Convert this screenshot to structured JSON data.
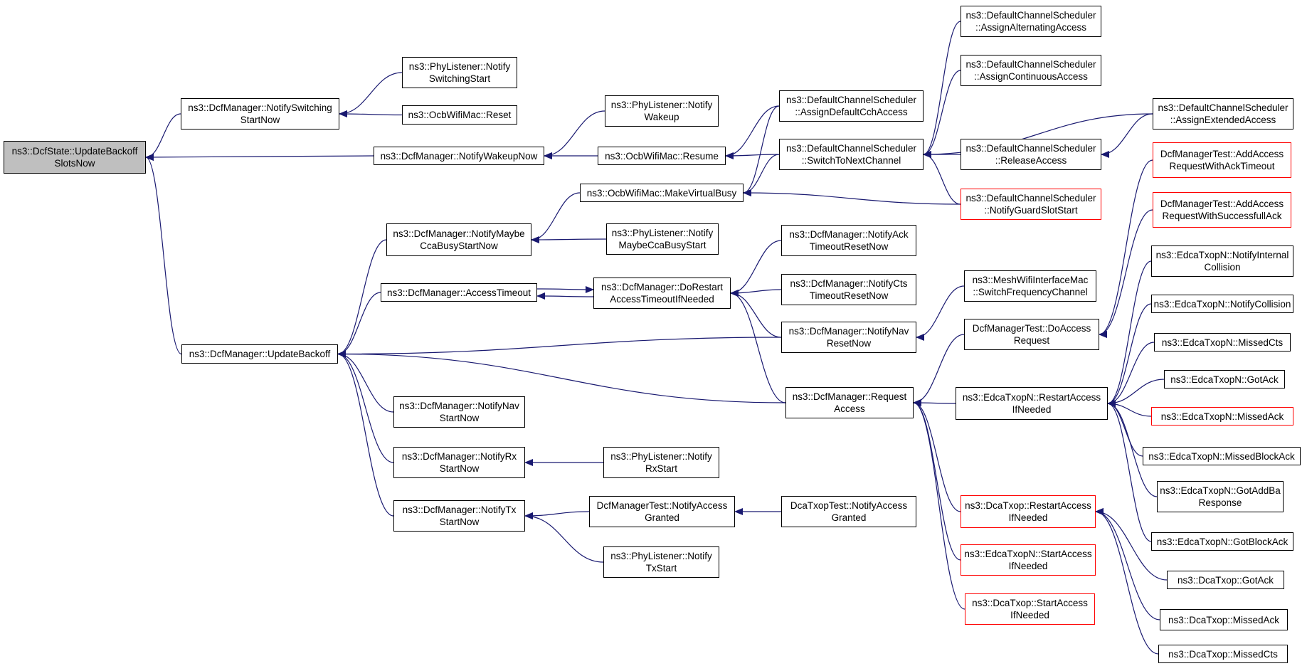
{
  "colors": {
    "edge": "#191970",
    "node_border": "#000000",
    "truncated_border": "#ff0000",
    "root_fill": "#bfbfbf",
    "background": "#ffffff"
  },
  "nodes": [
    {
      "id": "root",
      "lines": [
        "ns3::DcfState::UpdateBackoff",
        "SlotsNow"
      ],
      "kind": "root"
    },
    {
      "id": "nss",
      "lines": [
        "ns3::DcfManager::NotifySwitching",
        "StartNow"
      ]
    },
    {
      "id": "pl_sw",
      "lines": [
        "ns3::PhyListener::Notify",
        "SwitchingStart"
      ]
    },
    {
      "id": "ocb_reset",
      "lines": [
        "ns3::OcbWifiMac::Reset"
      ]
    },
    {
      "id": "nwu",
      "lines": [
        "ns3::DcfManager::NotifyWakeupNow"
      ]
    },
    {
      "id": "pl_wk",
      "lines": [
        "ns3::PhyListener::Notify",
        "Wakeup"
      ]
    },
    {
      "id": "resume",
      "lines": [
        "ns3::OcbWifiMac::Resume"
      ]
    },
    {
      "id": "adcch",
      "lines": [
        "ns3::DefaultChannelScheduler",
        "::AssignDefaultCchAccess"
      ]
    },
    {
      "id": "aalt",
      "lines": [
        "ns3::DefaultChannelScheduler",
        "::AssignAlternatingAccess"
      ]
    },
    {
      "id": "acont",
      "lines": [
        "ns3::DefaultChannelScheduler",
        "::AssignContinuousAccess"
      ]
    },
    {
      "id": "aext",
      "lines": [
        "ns3::DefaultChannelScheduler",
        "::AssignExtendedAccess"
      ]
    },
    {
      "id": "stnc",
      "lines": [
        "ns3::DefaultChannelScheduler",
        "::SwitchToNextChannel"
      ]
    },
    {
      "id": "rel",
      "lines": [
        "ns3::DefaultChannelScheduler",
        "::ReleaseAccess"
      ]
    },
    {
      "id": "ngss",
      "lines": [
        "ns3::DefaultChannelScheduler",
        "::NotifyGuardSlotStart"
      ],
      "kind": "red"
    },
    {
      "id": "mvb",
      "lines": [
        "ns3::OcbWifiMac::MakeVirtualBusy"
      ]
    },
    {
      "id": "nmcb",
      "lines": [
        "ns3::DcfManager::NotifyMaybe",
        "CcaBusyStartNow"
      ]
    },
    {
      "id": "pl_mcb",
      "lines": [
        "ns3::PhyListener::Notify",
        "MaybeCcaBusyStart"
      ]
    },
    {
      "id": "acto",
      "lines": [
        "ns3::DcfManager::AccessTimeout"
      ]
    },
    {
      "id": "dorst",
      "lines": [
        "ns3::DcfManager::DoRestart",
        "AccessTimeoutIfNeeded"
      ]
    },
    {
      "id": "nack",
      "lines": [
        "ns3::DcfManager::NotifyAck",
        "TimeoutResetNow"
      ]
    },
    {
      "id": "ncts",
      "lines": [
        "ns3::DcfManager::NotifyCts",
        "TimeoutResetNow"
      ]
    },
    {
      "id": "nnavr",
      "lines": [
        "ns3::DcfManager::NotifyNav",
        "ResetNow"
      ]
    },
    {
      "id": "mesh",
      "lines": [
        "ns3::MeshWifiInterfaceMac",
        "::SwitchFrequencyChannel"
      ]
    },
    {
      "id": "ub",
      "lines": [
        "ns3::DcfManager::UpdateBackoff"
      ]
    },
    {
      "id": "nnavs",
      "lines": [
        "ns3::DcfManager::NotifyNav",
        "StartNow"
      ]
    },
    {
      "id": "nrx",
      "lines": [
        "ns3::DcfManager::NotifyRx",
        "StartNow"
      ]
    },
    {
      "id": "pl_rx",
      "lines": [
        "ns3::PhyListener::Notify",
        "RxStart"
      ]
    },
    {
      "id": "ntx",
      "lines": [
        "ns3::DcfManager::NotifyTx",
        "StartNow"
      ]
    },
    {
      "id": "dmt_nag",
      "lines": [
        "DcfManagerTest::NotifyAccess",
        "Granted"
      ]
    },
    {
      "id": "dtt_nag",
      "lines": [
        "DcaTxopTest::NotifyAccess",
        "Granted"
      ]
    },
    {
      "id": "pl_tx",
      "lines": [
        "ns3::PhyListener::Notify",
        "TxStart"
      ]
    },
    {
      "id": "reqacc",
      "lines": [
        "ns3::DcfManager::Request",
        "Access"
      ]
    },
    {
      "id": "dmt_dar",
      "lines": [
        "DcfManagerTest::DoAccess",
        "Request"
      ]
    },
    {
      "id": "dmt_aat",
      "lines": [
        "DcfManagerTest::AddAccess",
        "RequestWithAckTimeout"
      ],
      "kind": "red"
    },
    {
      "id": "dmt_aas",
      "lines": [
        "DcfManagerTest::AddAccess",
        "RequestWithSuccessfullAck"
      ],
      "kind": "red"
    },
    {
      "id": "en_rai",
      "lines": [
        "ns3::EdcaTxopN::RestartAccess",
        "IfNeeded"
      ]
    },
    {
      "id": "en_nic",
      "lines": [
        "ns3::EdcaTxopN::NotifyInternal",
        "Collision"
      ]
    },
    {
      "id": "en_nc",
      "lines": [
        "ns3::EdcaTxopN::NotifyCollision"
      ]
    },
    {
      "id": "en_mc",
      "lines": [
        "ns3::EdcaTxopN::MissedCts"
      ]
    },
    {
      "id": "en_ga",
      "lines": [
        "ns3::EdcaTxopN::GotAck"
      ]
    },
    {
      "id": "en_ma",
      "lines": [
        "ns3::EdcaTxopN::MissedAck"
      ],
      "kind": "red"
    },
    {
      "id": "en_mba",
      "lines": [
        "ns3::EdcaTxopN::MissedBlockAck"
      ]
    },
    {
      "id": "en_gabr",
      "lines": [
        "ns3::EdcaTxopN::GotAddBa",
        "Response"
      ]
    },
    {
      "id": "en_gba",
      "lines": [
        "ns3::EdcaTxopN::GotBlockAck"
      ]
    },
    {
      "id": "dt_rai",
      "lines": [
        "ns3::DcaTxop::RestartAccess",
        "IfNeeded"
      ],
      "kind": "red"
    },
    {
      "id": "en_sai",
      "lines": [
        "ns3::EdcaTxopN::StartAccess",
        "IfNeeded"
      ],
      "kind": "red"
    },
    {
      "id": "dt_sai",
      "lines": [
        "ns3::DcaTxop::StartAccess",
        "IfNeeded"
      ],
      "kind": "red"
    },
    {
      "id": "dt_ga",
      "lines": [
        "ns3::DcaTxop::GotAck"
      ]
    },
    {
      "id": "dt_ma",
      "lines": [
        "ns3::DcaTxop::MissedAck"
      ]
    },
    {
      "id": "dt_mc",
      "lines": [
        "ns3::DcaTxop::MissedCts"
      ]
    }
  ],
  "edges": [
    {
      "from": "nss",
      "to": "root"
    },
    {
      "from": "nwu",
      "to": "root"
    },
    {
      "from": "ub",
      "to": "root"
    },
    {
      "from": "pl_sw",
      "to": "nss"
    },
    {
      "from": "ocb_reset",
      "to": "nss"
    },
    {
      "from": "pl_wk",
      "to": "nwu"
    },
    {
      "from": "resume",
      "to": "nwu"
    },
    {
      "from": "adcch",
      "to": "resume"
    },
    {
      "from": "stnc",
      "to": "resume"
    },
    {
      "from": "aalt",
      "to": "stnc"
    },
    {
      "from": "acont",
      "to": "stnc"
    },
    {
      "from": "aext",
      "to": "stnc"
    },
    {
      "from": "rel",
      "to": "stnc"
    },
    {
      "from": "ngss",
      "to": "stnc"
    },
    {
      "from": "aext",
      "to": "rel"
    },
    {
      "from": "adcch",
      "to": "mvb"
    },
    {
      "from": "stnc",
      "to": "mvb"
    },
    {
      "from": "ngss",
      "to": "mvb"
    },
    {
      "from": "mvb",
      "to": "nmcb"
    },
    {
      "from": "pl_mcb",
      "to": "nmcb"
    },
    {
      "from": "nmcb",
      "to": "ub"
    },
    {
      "from": "acto",
      "to": "ub"
    },
    {
      "from": "dorst",
      "to": "acto"
    },
    {
      "from": "acto",
      "to": "dorst"
    },
    {
      "from": "nack",
      "to": "dorst"
    },
    {
      "from": "ncts",
      "to": "dorst"
    },
    {
      "from": "nnavr",
      "to": "dorst"
    },
    {
      "from": "reqacc",
      "to": "dorst"
    },
    {
      "from": "mesh",
      "to": "nnavr"
    },
    {
      "from": "nnavr",
      "to": "ub"
    },
    {
      "from": "reqacc",
      "to": "ub"
    },
    {
      "from": "nnavs",
      "to": "ub"
    },
    {
      "from": "nrx",
      "to": "ub"
    },
    {
      "from": "ntx",
      "to": "ub"
    },
    {
      "from": "pl_rx",
      "to": "nrx"
    },
    {
      "from": "dmt_nag",
      "to": "ntx"
    },
    {
      "from": "pl_tx",
      "to": "ntx"
    },
    {
      "from": "dtt_nag",
      "to": "dmt_nag"
    },
    {
      "from": "dmt_dar",
      "to": "reqacc"
    },
    {
      "from": "en_rai",
      "to": "reqacc"
    },
    {
      "from": "dt_rai",
      "to": "reqacc"
    },
    {
      "from": "en_sai",
      "to": "reqacc"
    },
    {
      "from": "dt_sai",
      "to": "reqacc"
    },
    {
      "from": "dmt_aat",
      "to": "dmt_dar"
    },
    {
      "from": "dmt_aas",
      "to": "dmt_dar"
    },
    {
      "from": "en_nic",
      "to": "en_rai"
    },
    {
      "from": "en_nc",
      "to": "en_rai"
    },
    {
      "from": "en_mc",
      "to": "en_rai"
    },
    {
      "from": "en_ga",
      "to": "en_rai"
    },
    {
      "from": "en_ma",
      "to": "en_rai"
    },
    {
      "from": "en_mba",
      "to": "en_rai"
    },
    {
      "from": "en_gabr",
      "to": "en_rai"
    },
    {
      "from": "en_gba",
      "to": "en_rai"
    },
    {
      "from": "dt_ga",
      "to": "dt_rai"
    },
    {
      "from": "dt_ma",
      "to": "dt_rai"
    },
    {
      "from": "dt_mc",
      "to": "dt_rai"
    }
  ]
}
